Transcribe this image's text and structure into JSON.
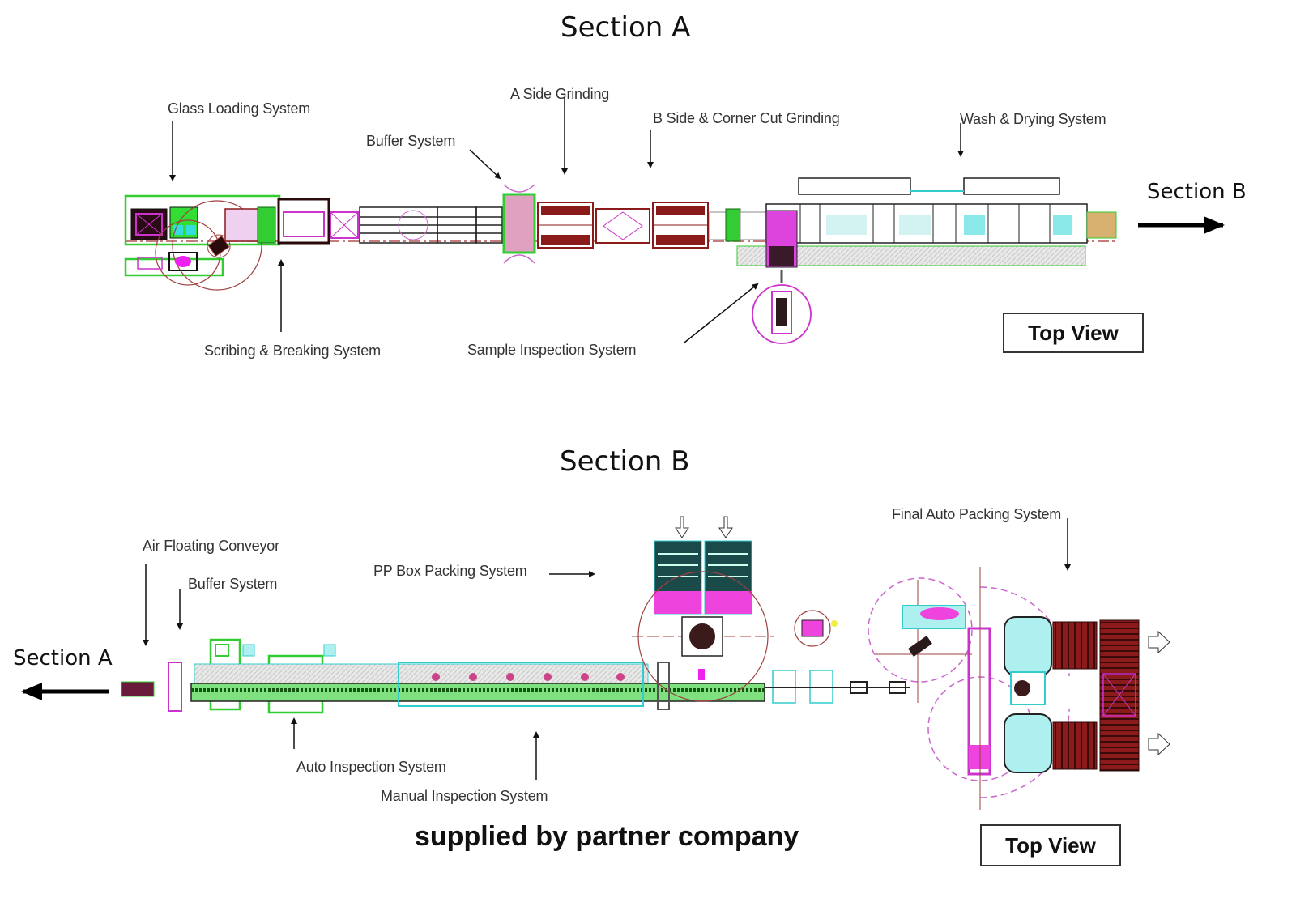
{
  "sections": [
    {
      "title": "Section A",
      "continues_to": "Section B",
      "view_label": "Top View",
      "stations": [
        {
          "label": "Glass Loading System"
        },
        {
          "label": "Buffer System"
        },
        {
          "label": "A Side Grinding"
        },
        {
          "label": "B Side & Corner Cut Grinding"
        },
        {
          "label": "Wash & Drying System"
        },
        {
          "label": "Scribing & Breaking System"
        },
        {
          "label": "Sample Inspection System"
        }
      ]
    },
    {
      "title": "Section B",
      "continues_from": "Section A",
      "view_label": "Top View",
      "stations": [
        {
          "label": "Air Floating Conveyor"
        },
        {
          "label": "Buffer System"
        },
        {
          "label": "PP Box Packing System"
        },
        {
          "label": "Final Auto Packing System"
        },
        {
          "label": "Auto Inspection System"
        },
        {
          "label": "Manual Inspection System"
        }
      ]
    }
  ],
  "footer": "supplied by partner company",
  "colors": {
    "cad_green": "#33cc33",
    "cad_magenta": "#cc33cc",
    "cad_cyan": "#33cccc",
    "cad_darkred": "#8b1a1a",
    "cad_red": "#b03030",
    "line_black": "#111111"
  }
}
